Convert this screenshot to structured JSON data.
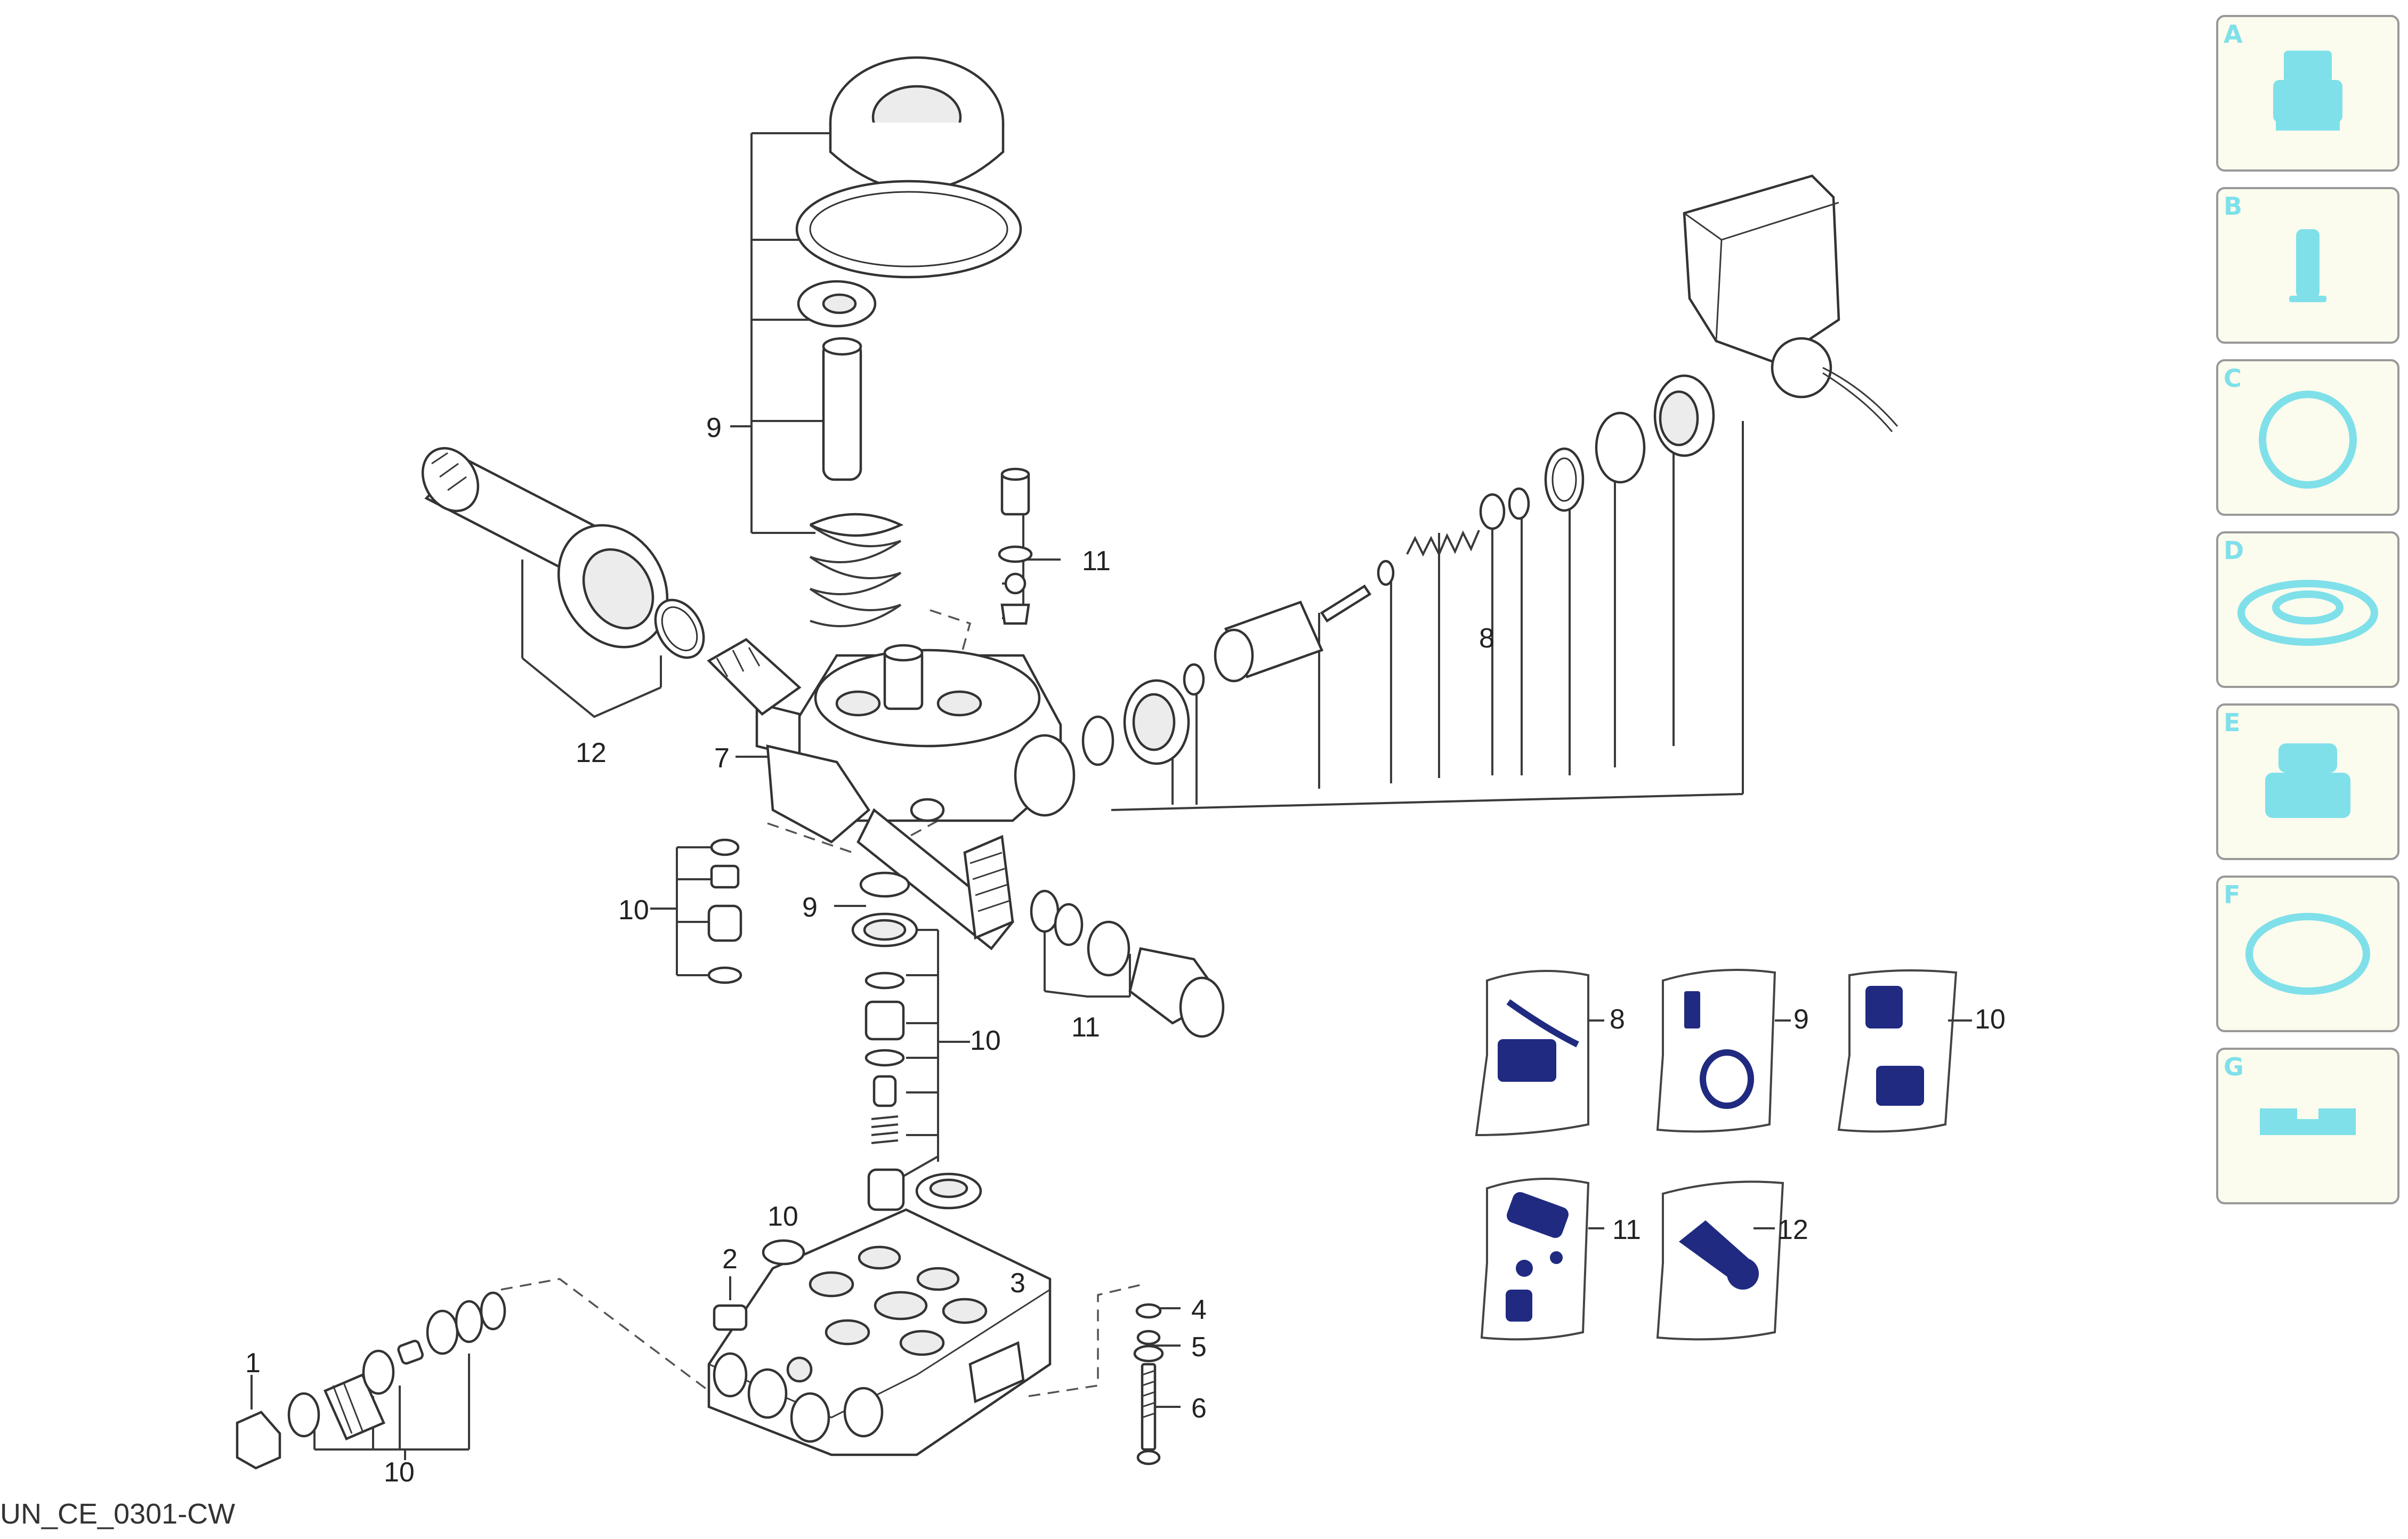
{
  "diagram": {
    "code": "UN_CE_0301-CW",
    "callouts": {
      "c1": "1",
      "c2": "2",
      "c3": "3",
      "c4": "4",
      "c5": "5",
      "c6": "6",
      "c7": "7",
      "c8": "8",
      "c9a": "9",
      "c9b": "9",
      "c10a": "10",
      "c10b": "10",
      "c10c": "10",
      "c10d": "10",
      "c11a": "11",
      "c11b": "11",
      "c12": "12"
    },
    "kit_bags": [
      {
        "label": "8"
      },
      {
        "label": "9"
      },
      {
        "label": "10"
      },
      {
        "label": "11"
      },
      {
        "label": "12"
      }
    ]
  },
  "sidebar": {
    "kits": [
      {
        "letter": "A",
        "icon": "nozzle-cap-icon"
      },
      {
        "letter": "B",
        "icon": "valve-pin-icon"
      },
      {
        "letter": "C",
        "icon": "gasket-ring-icon"
      },
      {
        "letter": "D",
        "icon": "seal-disc-icon"
      },
      {
        "letter": "E",
        "icon": "piston-sleeve-icon"
      },
      {
        "letter": "F",
        "icon": "o-ring-icon"
      },
      {
        "letter": "G",
        "icon": "slotted-block-icon"
      }
    ],
    "accent_color": "#7fe0ea"
  }
}
